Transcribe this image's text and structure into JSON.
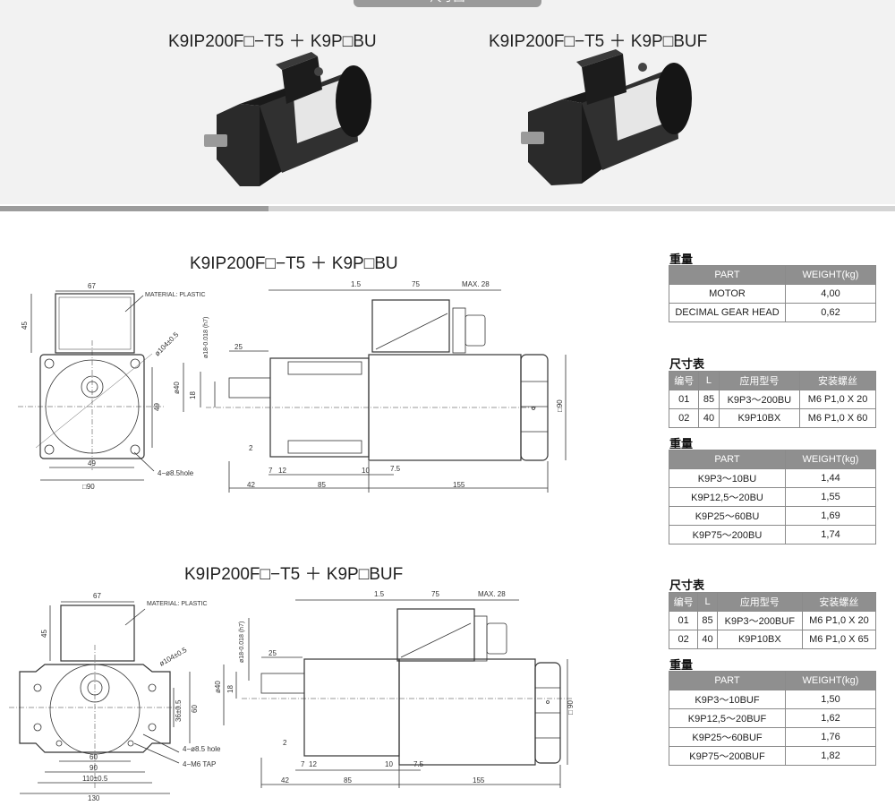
{
  "header": {
    "tab_label": "尺寸图"
  },
  "photos": {
    "left_title": "K9IP200F□−T5 ＋ K9P□BU",
    "right_title": "K9IP200F□−T5 ＋ K9P□BUF"
  },
  "drawing1": {
    "title": "K9IP200F□−T5 ＋ K9P□BU",
    "labels": {
      "d67": "67",
      "material": "MATERIAL: PLASTIC",
      "d45": "45",
      "d104": "ø104±0.5",
      "d49v": "49",
      "d49h": "49",
      "hole": "4−ø8.5hole",
      "sq90": "□90",
      "d1_5": "1.5",
      "d75": "75",
      "max28": "MAX. 28",
      "d18": "ø18-0.018 (h7)",
      "d25": "25",
      "d40": "ø40",
      "d18v": "18",
      "d2": "2",
      "d7": "7",
      "d12": "12",
      "d10": "10",
      "d7_5": "7.5",
      "d42": "42",
      "d85": "85",
      "d155": "155",
      "sq90v": "□90"
    }
  },
  "drawing2": {
    "title": "K9IP200F□−T5 ＋ K9P□BUF",
    "labels": {
      "d67": "67",
      "material": "MATERIAL: PLASTIC",
      "d45": "45",
      "d104": "ø104±0.5",
      "d36": "36±0.5",
      "d60v": "60",
      "hole": "4−ø8.5 hole",
      "tap": "4−M6 TAP",
      "d60": "60",
      "d90": "90",
      "d110": "110±0.5",
      "d130": "130",
      "d1_5": "1.5",
      "d75": "75",
      "max28": "MAX. 28",
      "d18": "ø18-0.018 (h7)",
      "d25": "25",
      "d40": "ø40",
      "d18v": "18",
      "d2": "2",
      "d7": "7",
      "d12": "12",
      "d10": "10",
      "d7_5": "7.5",
      "d42": "42",
      "d85": "85",
      "d155": "155",
      "sq90v": "□ 90"
    }
  },
  "weight1": {
    "title": "重量",
    "headers": [
      "PART",
      "WEIGHT(kg)"
    ],
    "rows": [
      [
        "MOTOR",
        "4,00"
      ],
      [
        "DECIMAL GEAR HEAD",
        "0,62"
      ]
    ]
  },
  "size1": {
    "title": "尺寸表",
    "headers": [
      "编号",
      "L",
      "应用型号",
      "安装螺丝"
    ],
    "rows": [
      [
        "01",
        "85",
        "K9P3～200BU",
        "M6 P1,0 X 20"
      ],
      [
        "02",
        "40",
        "K9P10BX",
        "M6 P1,0 X 60"
      ]
    ]
  },
  "weight2": {
    "title": "重量",
    "headers": [
      "PART",
      "WEIGHT(kg)"
    ],
    "rows": [
      [
        "K9P3～10BU",
        "1,44"
      ],
      [
        "K9P12,5～20BU",
        "1,55"
      ],
      [
        "K9P25～60BU",
        "1,69"
      ],
      [
        "K9P75～200BU",
        "1,74"
      ]
    ]
  },
  "size2": {
    "title": "尺寸表",
    "headers": [
      "编号",
      "L",
      "应用型号",
      "安装螺丝"
    ],
    "rows": [
      [
        "01",
        "85",
        "K9P3～200BUF",
        "M6 P1,0 X 20"
      ],
      [
        "02",
        "40",
        "K9P10BX",
        "M6 P1,0 X 65"
      ]
    ]
  },
  "weight3": {
    "title": "重量",
    "headers": [
      "PART",
      "WEIGHT(kg)"
    ],
    "rows": [
      [
        "K9P3～10BUF",
        "1,50"
      ],
      [
        "K9P12,5～20BUF",
        "1,62"
      ],
      [
        "K9P25～60BUF",
        "1,76"
      ],
      [
        "K9P75～200BUF",
        "1,82"
      ]
    ]
  },
  "colors": {
    "band": "#f2f2f2",
    "table_header": "#8f8f8f",
    "line": "#333333"
  }
}
